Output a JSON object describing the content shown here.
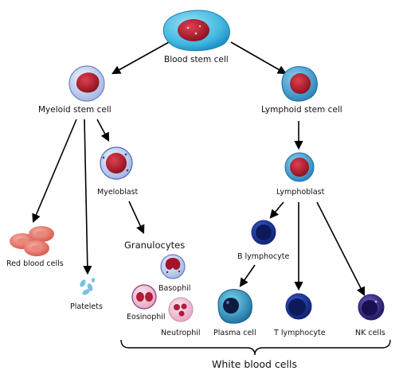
{
  "labels": {
    "blood_stem_cell": "Blood stem cell",
    "myeloid_stem_cell": "Myeloid stem cell",
    "lymphoid_stem_cell": "Lymphoid stem cell",
    "myeloblast": "Myeloblast",
    "lymphoblast": "Lymphoblast",
    "red_blood_cells": "Red blood cells",
    "platelets": "Platelets",
    "granulocytes": "Granulocytes",
    "basophil": "Basophil",
    "eosinophil": "Eosinophil",
    "neutrophil": "Neutrophil",
    "b_lymphocyte": "B lymphocyte",
    "plasma_cell": "Plasma cell",
    "t_lymphocyte": "T lymphocyte",
    "nk_cells": "NK cells",
    "white_blood_cells": "White blood cells"
  }
}
